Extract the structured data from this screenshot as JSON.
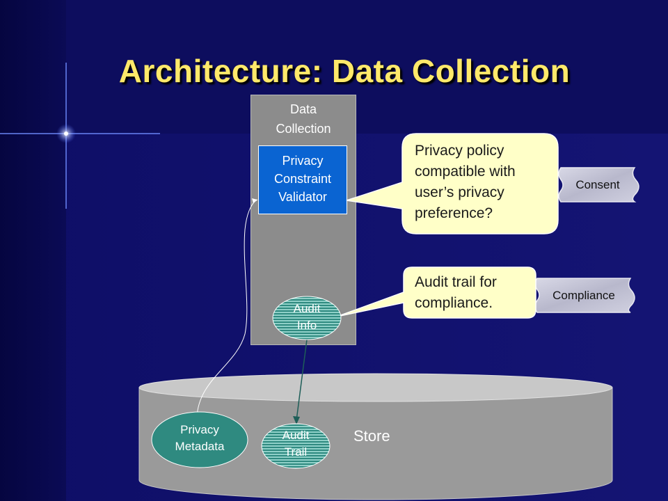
{
  "title": "Architecture: Data Collection",
  "data_collection": {
    "label_line1": "Data",
    "label_line2": "Collection"
  },
  "validator": {
    "line1": "Privacy",
    "line2": "Constraint",
    "line3": "Validator"
  },
  "audit_info": {
    "line1": "Audit",
    "line2": "Info"
  },
  "store": {
    "label": "Store"
  },
  "privacy_metadata": {
    "line1": "Privacy",
    "line2": "Metadata"
  },
  "audit_trail": {
    "line1": "Audit",
    "line2": "Trail"
  },
  "callout_policy": {
    "line1": "Privacy policy",
    "line2": "compatible with",
    "line3": "user’s privacy",
    "line4": "preference?"
  },
  "callout_audit": {
    "line1": "Audit trail for",
    "line2": "compliance."
  },
  "tags": {
    "consent": "Consent",
    "compliance": "Compliance"
  },
  "colors": {
    "background": "#0d0d5e",
    "title": "#ffe96a",
    "validator": "#0a64d2",
    "callout": "#ffffc8",
    "panel": "#8c8c8c",
    "store": "#9a9a9a",
    "oval_teal": "#2f8a80"
  }
}
